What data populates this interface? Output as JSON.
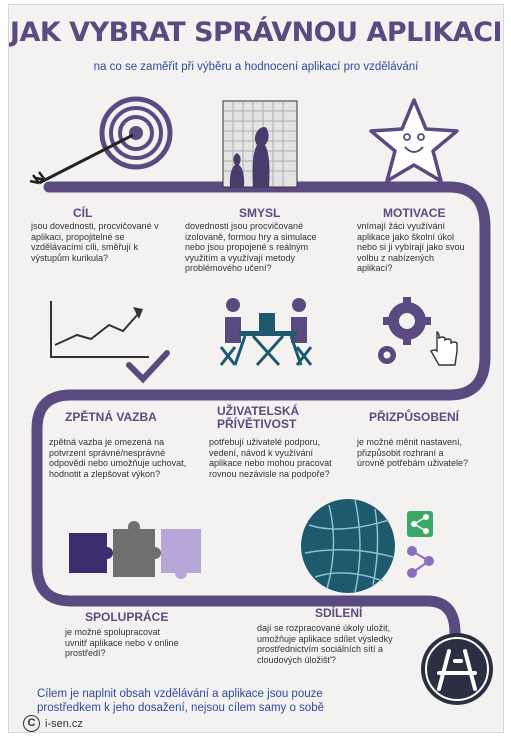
{
  "header": {
    "title": "JAK VYBRAT SPRÁVNOU APLIKACI",
    "subtitle": "na co se zaměřit při výběru a hodnocení aplikací pro vzdělávání"
  },
  "criteria": [
    {
      "heading": "CÍL",
      "text": "jsou dovednosti, procvičované v aplikaci, propojitelné se vzdělávacími cíli, směřují k výstupům kurikula?"
    },
    {
      "heading": "SMYSL",
      "text": "dovednosti jsou procvičované izolovaně, formou hry a simulace nebo jsou propojené s reálným využitím a využívají metody problémového učení?"
    },
    {
      "heading": "MOTIVACE",
      "text": "vnímají žáci využívání aplikace jako školní úkol nebo si ji vybírají jako svou volbu z nabízených aplikací?"
    },
    {
      "heading": "ZPĚTNÁ VAZBA",
      "text": "zpětná vazba je omezená na potvrzení správné/nesprávné odpovědi nebo umožňuje uchovat, hodnotit a zlepšovat výkon?"
    },
    {
      "heading": "UŽIVATELSKÁ PŘÍVĚTIVOST",
      "text": "potřebují uživatelé podporu, vedení, návod k využívání aplikace nebo mohou pracovat rovnou nezávisle na podpoře?"
    },
    {
      "heading": "PŘIZPŮSOBENÍ",
      "text": "je možné měnit nastavení, přizpůsobit rozhraní a úrovně potřebám uživatele?"
    },
    {
      "heading": "SPOLUPRÁCE",
      "text": "je možné spolupracovat uvnitř aplikace nebo v online prostředí?"
    },
    {
      "heading": "SDÍLENÍ",
      "text": "dají se rozpracované úkoly uložit, umožňuje aplikace sdílet výsledky prostřednictvím sociálních sítí a cloudových úložišť?"
    }
  ],
  "footer": {
    "note": "Cílem je naplnit obsah vzdělávání a  aplikace jsou pouze prostředkem k jeho dosažení, nejsou cílem samy o sobě",
    "copyright_symbol": "C",
    "source": "i-sen.cz"
  },
  "colors": {
    "purple": "#5b4a7f",
    "light_purple": "#b7a6d8",
    "dark_navy": "#2a3042",
    "teal": "#1d5a6e",
    "green": "#3aa866",
    "blue_text": "#2d4a9e"
  },
  "icons": [
    "target-icon",
    "chess-icon",
    "star-icon",
    "chart-icon",
    "checkmark-icon",
    "meeting-icon",
    "gears-icon",
    "hand-pointer-icon",
    "puzzle-icon",
    "globe-icon",
    "share-icon",
    "app-store-icon"
  ]
}
